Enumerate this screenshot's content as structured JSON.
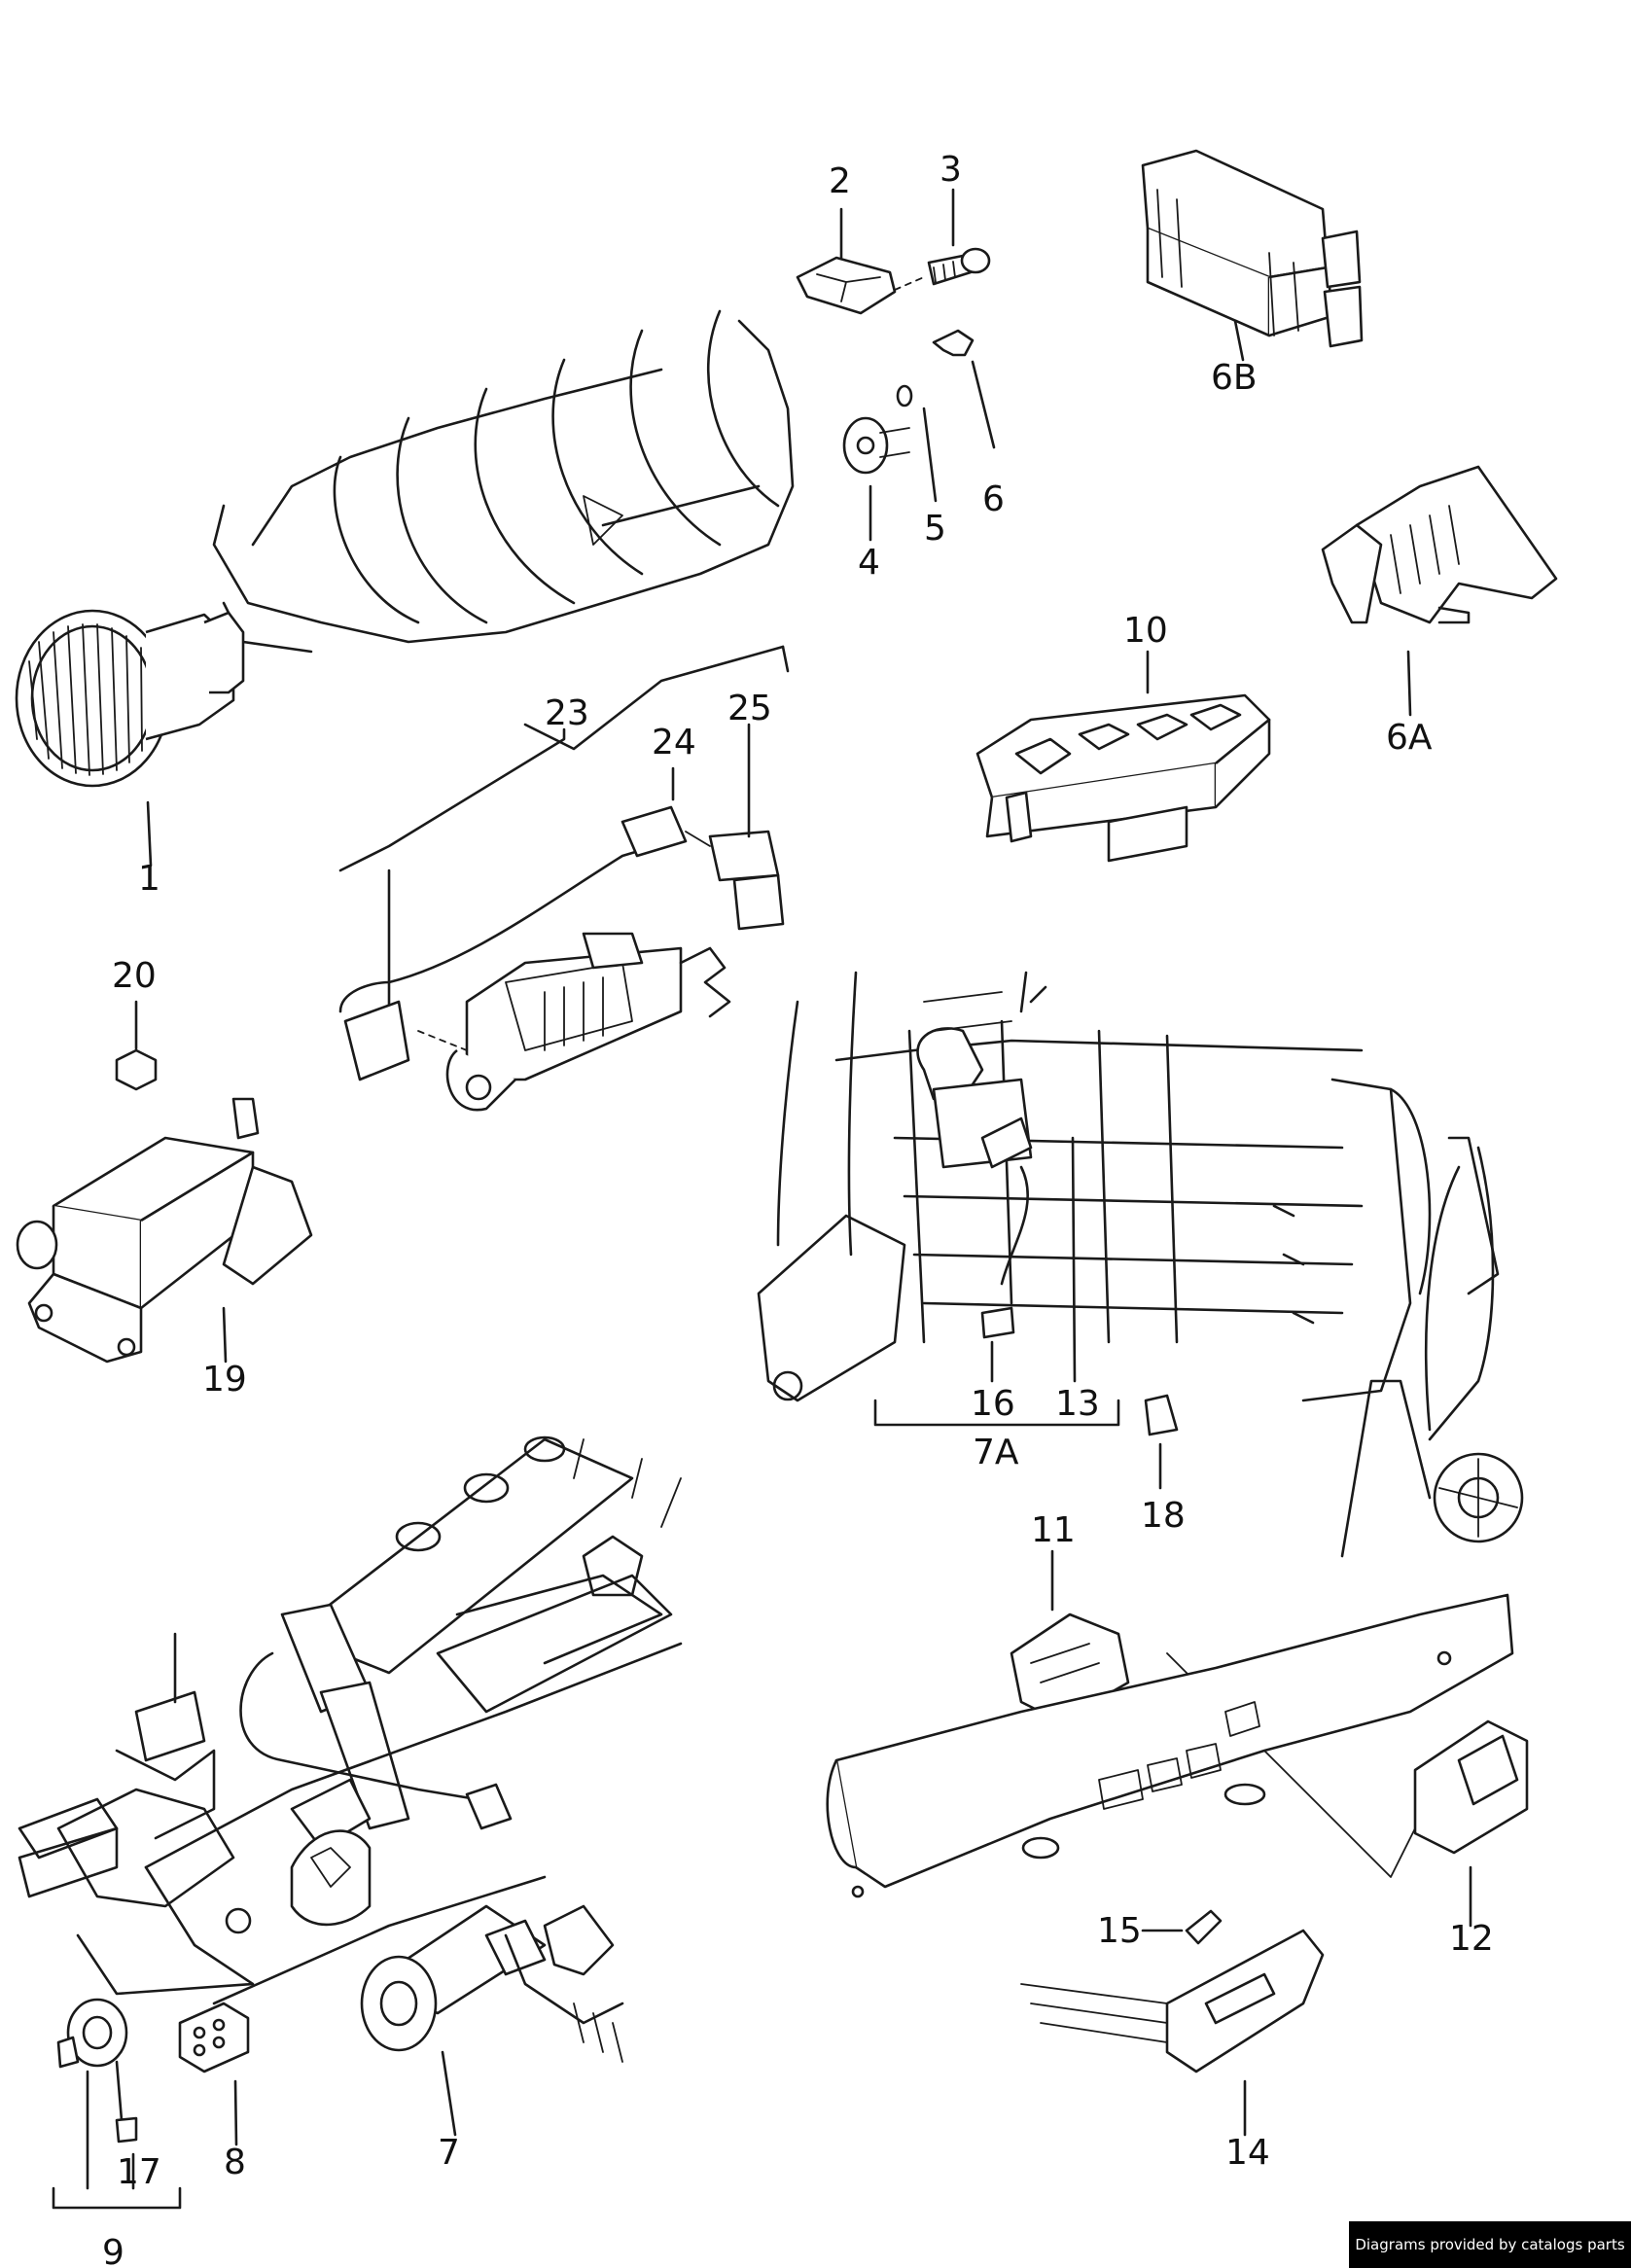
{
  "diagram": {
    "callouts": [
      "1",
      "2",
      "3",
      "4",
      "5",
      "6",
      "6B",
      "6A",
      "10",
      "23",
      "24",
      "25",
      "20",
      "19",
      "7A",
      "16",
      "13",
      "18",
      "11",
      "12",
      "15",
      "14",
      "7",
      "8",
      "17",
      "9"
    ]
  },
  "credit": "Diagrams provided by catalogs parts"
}
